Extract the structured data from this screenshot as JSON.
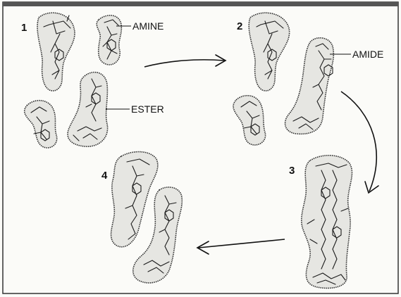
{
  "steps": [
    "1",
    "2",
    "3",
    "4"
  ],
  "labels": {
    "amine": "AMINE",
    "ester": "ESTER",
    "amide": "AMIDE"
  }
}
